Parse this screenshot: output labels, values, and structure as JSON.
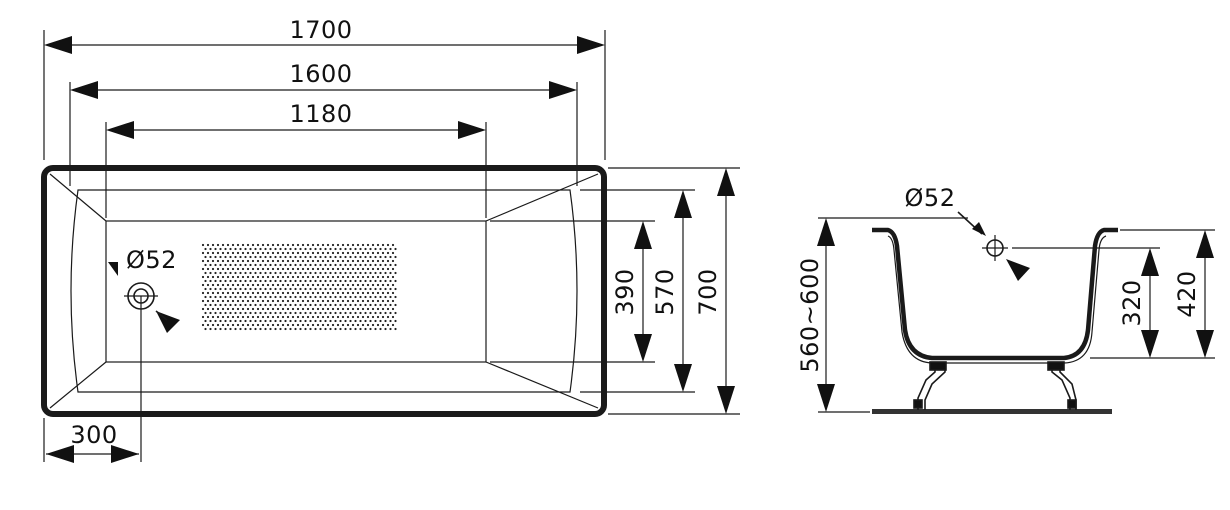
{
  "plan_view": {
    "dim_overall_length": "1700",
    "dim_inner_length": "1600",
    "dim_bottom_length": "1180",
    "dim_drain_offset": "300",
    "dim_drain_diameter": "Ø52",
    "dim_bottom_width": "390",
    "dim_inner_width": "570",
    "dim_overall_width": "700"
  },
  "side_view": {
    "dim_overflow_diameter": "Ø52",
    "dim_total_height": "560~600",
    "dim_overflow_height": "320",
    "dim_tub_depth": "420"
  }
}
